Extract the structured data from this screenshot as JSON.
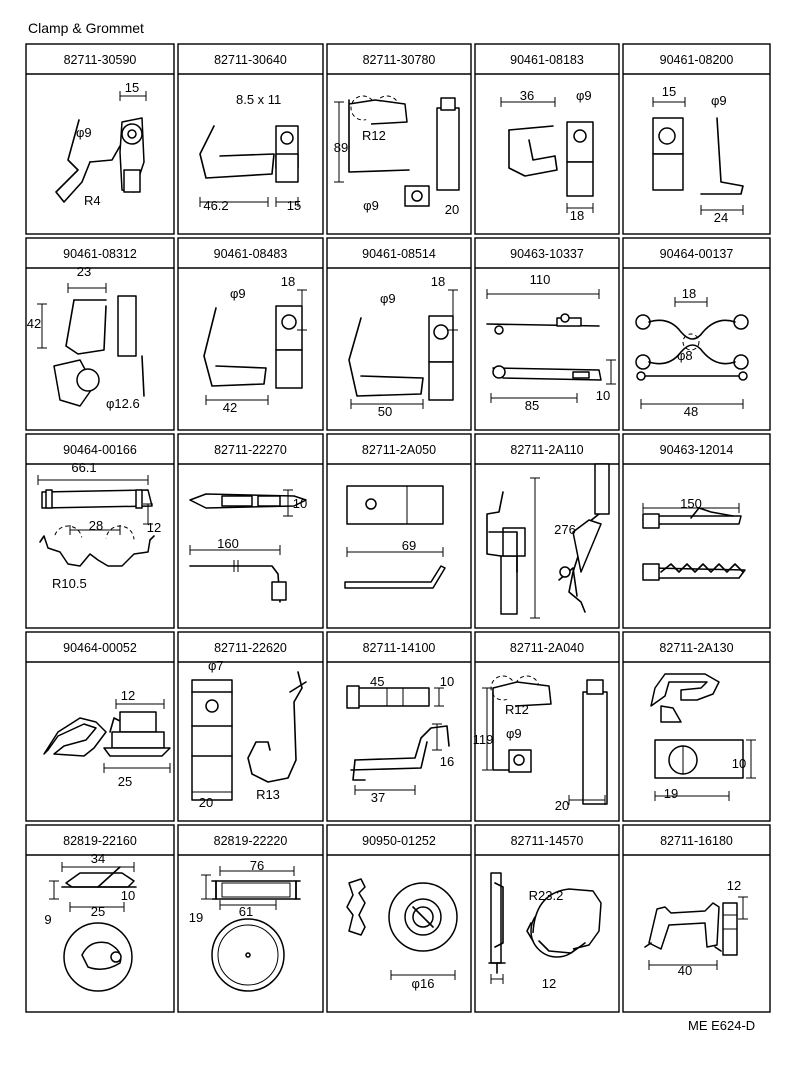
{
  "title": "Clamp & Grommet",
  "footer": "ME  E624-D",
  "cells": [
    {
      "part": "82711-30590",
      "dims": [
        "15",
        "φ9",
        "R4"
      ]
    },
    {
      "part": "82711-30640",
      "dims": [
        "8.5 x 11",
        "46.2",
        "15"
      ]
    },
    {
      "part": "82711-30780",
      "dims": [
        "R12",
        "89",
        "φ9",
        "20"
      ]
    },
    {
      "part": "90461-08183",
      "dims": [
        "36",
        "φ9",
        "18"
      ]
    },
    {
      "part": "90461-08200",
      "dims": [
        "15",
        "φ9",
        "24"
      ]
    },
    {
      "part": "90461-08312",
      "dims": [
        "23",
        "42",
        "φ12.6"
      ]
    },
    {
      "part": "90461-08483",
      "dims": [
        "φ9",
        "18",
        "42"
      ]
    },
    {
      "part": "90461-08514",
      "dims": [
        "φ9",
        "18",
        "50"
      ]
    },
    {
      "part": "90463-10337",
      "dims": [
        "110",
        "85",
        "10"
      ]
    },
    {
      "part": "90464-00137",
      "dims": [
        "18",
        "φ8",
        "48"
      ]
    },
    {
      "part": "90464-00166",
      "dims": [
        "66.1",
        "28",
        "12",
        "R10.5"
      ]
    },
    {
      "part": "82711-22270",
      "dims": [
        "10",
        "160"
      ]
    },
    {
      "part": "82711-2A050",
      "dims": [
        "69"
      ]
    },
    {
      "part": "82711-2A110",
      "dims": [
        "276"
      ]
    },
    {
      "part": "90463-12014",
      "dims": [
        "150"
      ]
    },
    {
      "part": "90464-00052",
      "dims": [
        "12",
        "25"
      ]
    },
    {
      "part": "82711-22620",
      "dims": [
        "φ7",
        "20",
        "R13"
      ]
    },
    {
      "part": "82711-14100",
      "dims": [
        "45",
        "10",
        "16",
        "37"
      ]
    },
    {
      "part": "82711-2A040",
      "dims": [
        "R12",
        "119",
        "φ9",
        "20"
      ]
    },
    {
      "part": "82711-2A130",
      "dims": [
        "10",
        "19"
      ]
    },
    {
      "part": "82819-22160",
      "dims": [
        "34",
        "10",
        "9",
        "25"
      ]
    },
    {
      "part": "82819-22220",
      "dims": [
        "76",
        "19",
        "61"
      ]
    },
    {
      "part": "90950-01252",
      "dims": [
        "φ16"
      ]
    },
    {
      "part": "82711-14570",
      "dims": [
        "R23.2",
        "12"
      ]
    },
    {
      "part": "82711-16180",
      "dims": [
        "12",
        "40"
      ]
    }
  ]
}
